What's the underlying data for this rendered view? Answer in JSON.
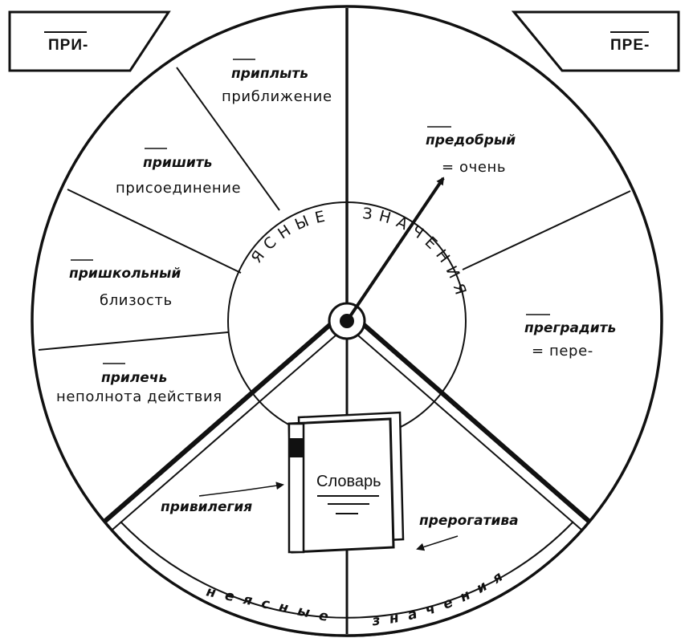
{
  "prefixes": {
    "left": "ПРИ-",
    "right": "ПРЕ-"
  },
  "inner_ring": {
    "word1_letters": [
      "Я",
      "С",
      "Н",
      "Ы",
      "Е"
    ],
    "word2_letters": [
      "З",
      "Н",
      "А",
      "Ч",
      "Е",
      "Н",
      "И",
      "Я"
    ]
  },
  "left_sectors": [
    {
      "prefix": "при",
      "rest": "плыть",
      "meaning": "приближение"
    },
    {
      "prefix": "при",
      "rest": "шить",
      "meaning": "присоединение"
    },
    {
      "prefix": "при",
      "rest": "школьный",
      "meaning": "близость"
    },
    {
      "prefix": "при",
      "rest": "лечь",
      "meaning": "неполнота действия"
    }
  ],
  "right_sectors": [
    {
      "prefix": "пре",
      "rest": "добрый",
      "meaning": "= очень"
    },
    {
      "prefix": "пре",
      "rest": "градить",
      "meaning": "= пере-"
    }
  ],
  "bottom": {
    "left_label": "неясные",
    "right_label": "значения",
    "word_left": "привилегия",
    "word_right": "прерогатива",
    "book_title": "Словарь"
  }
}
